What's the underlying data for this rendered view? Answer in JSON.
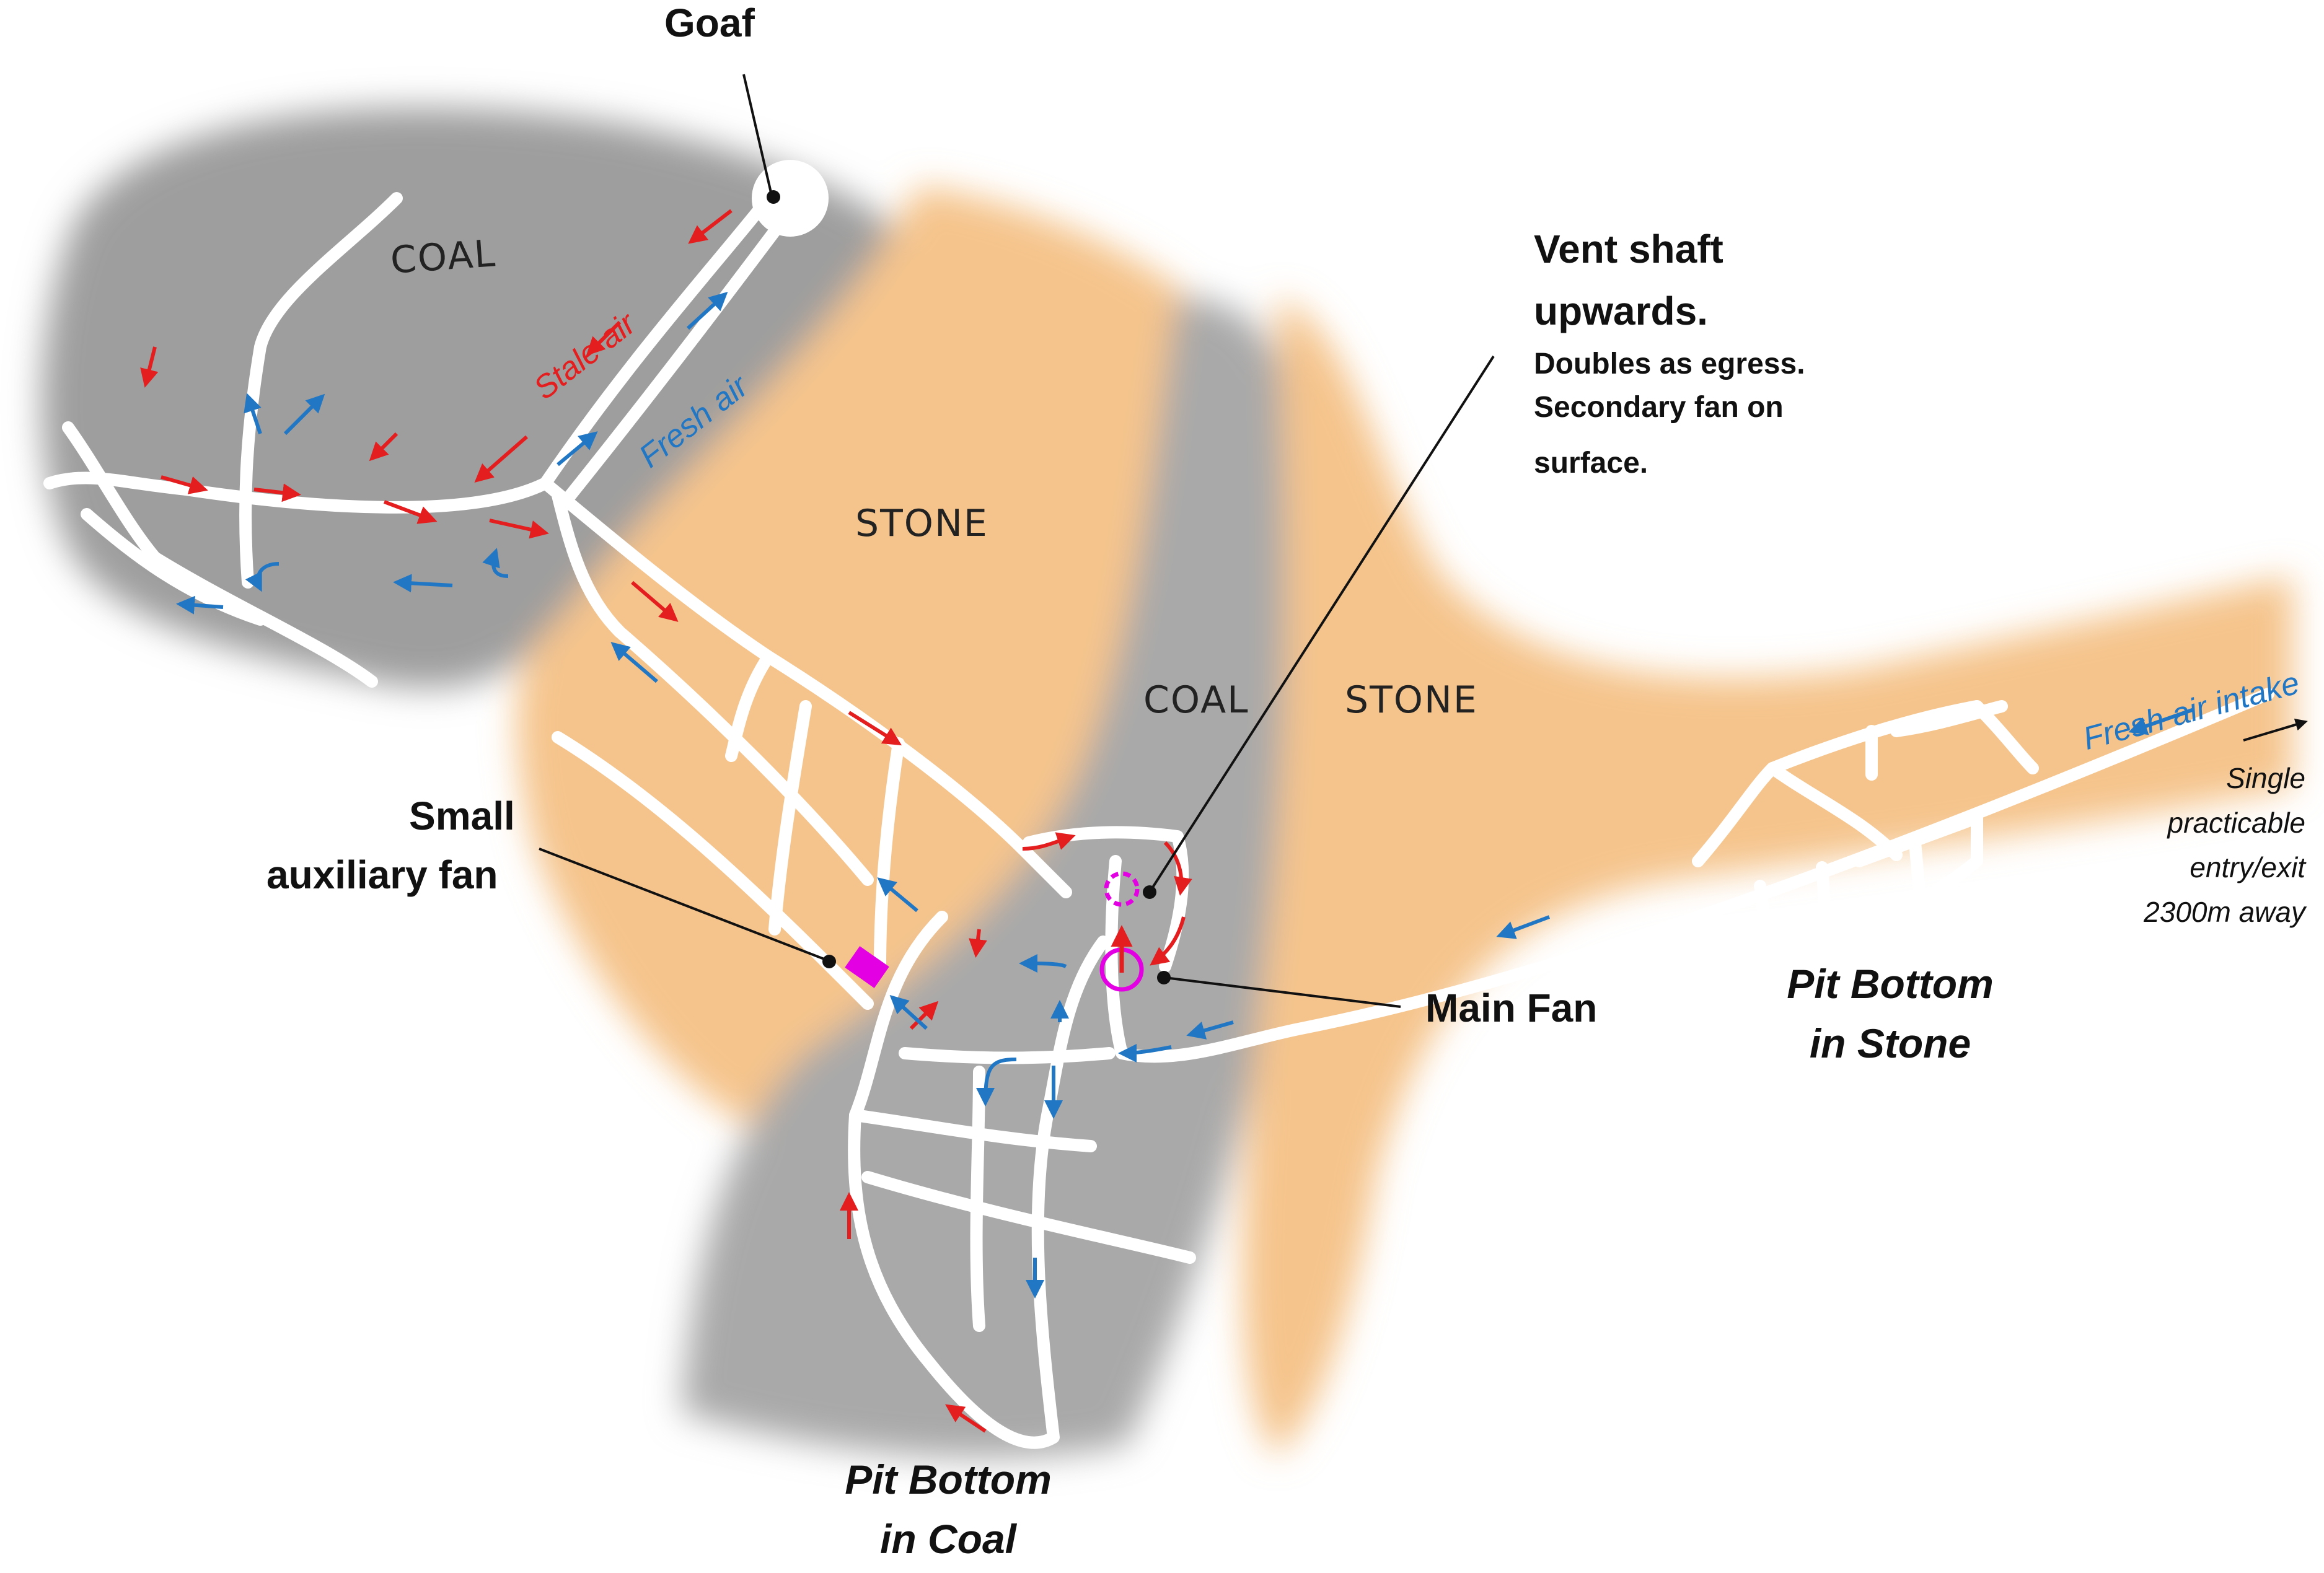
{
  "labels": {
    "goaf": "Goaf",
    "coal_nw": "COAL",
    "stone_center": "STONE",
    "coal_mid": "COAL",
    "stone_east": "STONE",
    "stale_air": "Stale air",
    "fresh_air": "Fresh air",
    "vent_title_1": "Vent shaft",
    "vent_title_2": "upwards.",
    "vent_note_1": "Doubles as egress.",
    "vent_note_2": "Secondary fan on",
    "vent_note_3": "surface.",
    "aux_fan_1": "Small",
    "aux_fan_2": "auxiliary fan",
    "main_fan": "Main Fan",
    "fresh_air_intake": "Fresh air intake",
    "entry_1": "Single",
    "entry_2": "practicable",
    "entry_3": "entry/exit",
    "entry_4": "2300m away",
    "pit_stone_1": "Pit Bottom",
    "pit_stone_2": "in Stone",
    "pit_coal_1": "Pit Bottom",
    "pit_coal_2": "in Coal"
  },
  "colors": {
    "coal": "#9e9e9e",
    "stone": "#f5c48c",
    "tunnel": "#ffffff",
    "stale_air": "#e41e1e",
    "fresh_air": "#2277c4",
    "fan": "#e300e3",
    "leader": "#111111"
  }
}
